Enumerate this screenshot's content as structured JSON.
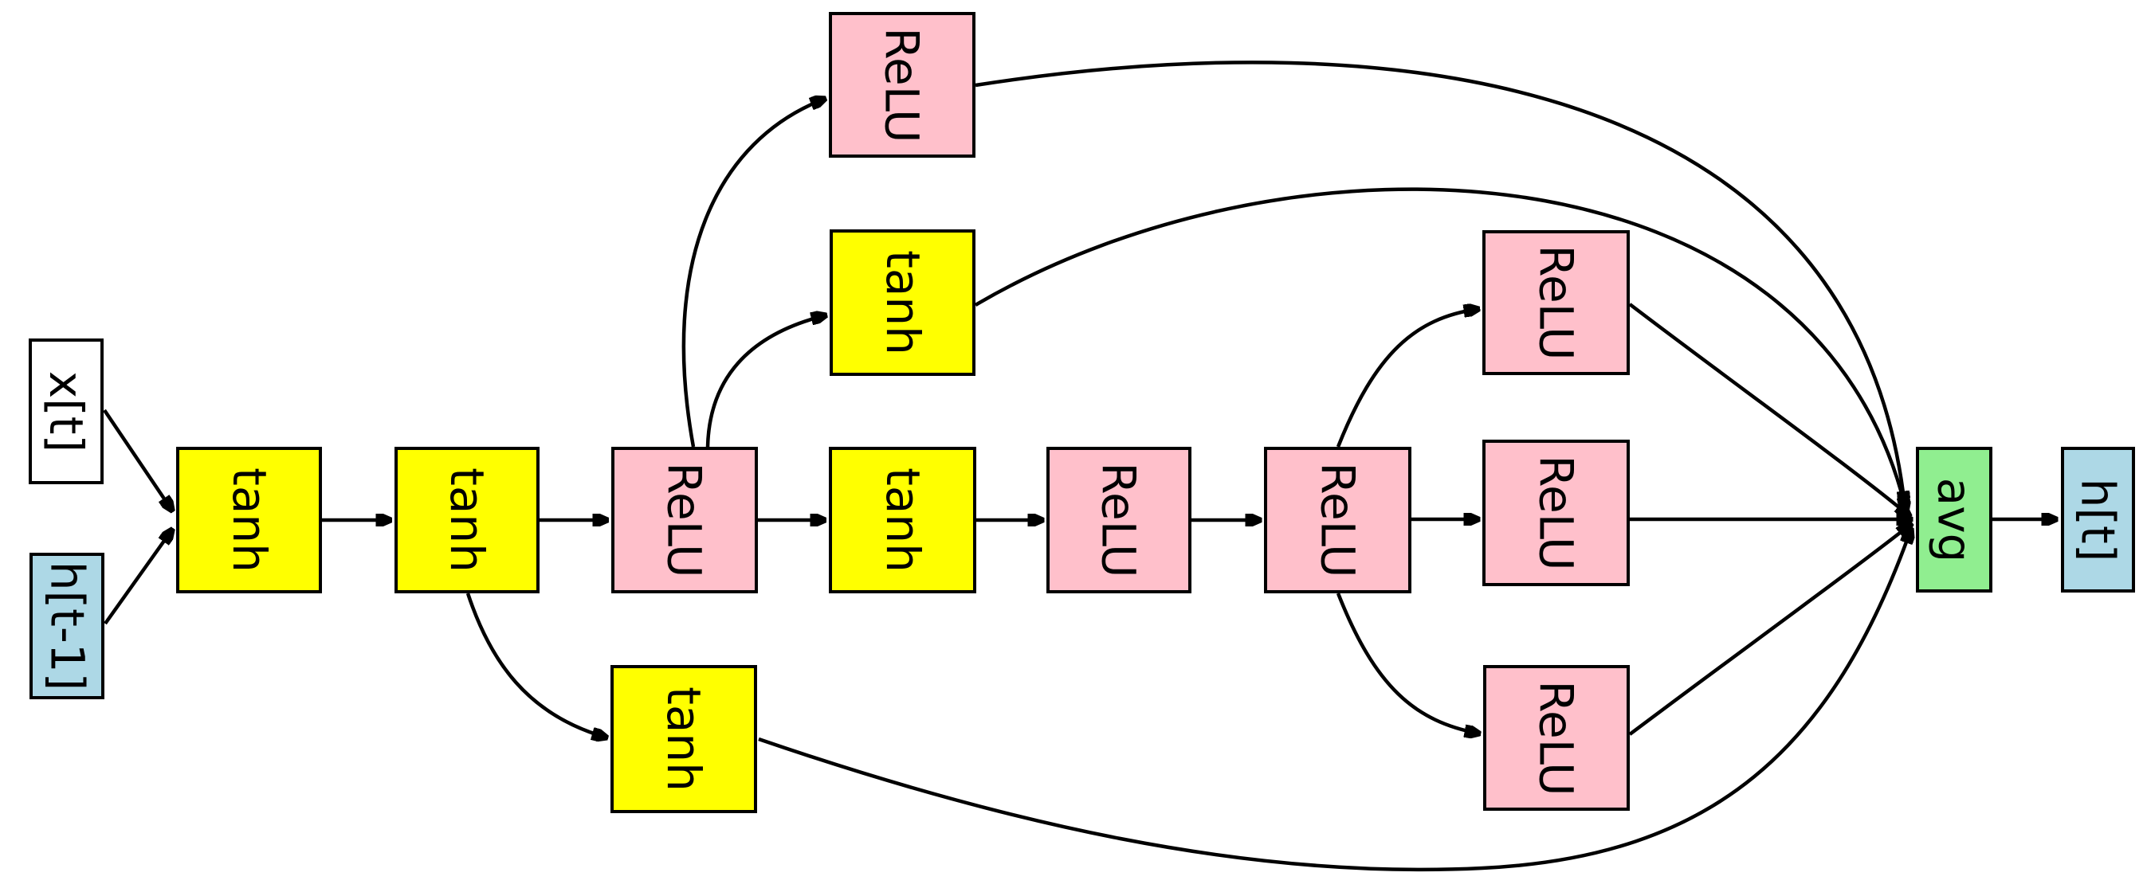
{
  "diagram": {
    "title": "recurrent-cell-architecture-graph",
    "colors": {
      "background": "#ffffff",
      "border": "#000000",
      "edge": "#000000",
      "input_node": "#ffffff",
      "hidden_state_node": "#add8e6",
      "tanh_node": "#ffff00",
      "relu_node": "#ffc0cb",
      "avg_node": "#90ee90"
    },
    "nodes": [
      {
        "id": "x_t",
        "label": "x[t]",
        "op": "input",
        "color": "#ffffff"
      },
      {
        "id": "h_t_prev",
        "label": "h[t-1]",
        "op": "hidden-state",
        "color": "#add8e6"
      },
      {
        "id": "tanh_1",
        "label": "tanh",
        "op": "tanh",
        "color": "#ffff00"
      },
      {
        "id": "tanh_2",
        "label": "tanh",
        "op": "tanh",
        "color": "#ffff00"
      },
      {
        "id": "relu_1",
        "label": "ReLU",
        "op": "relu",
        "color": "#ffc0cb"
      },
      {
        "id": "relu_top",
        "label": "ReLU",
        "op": "relu",
        "color": "#ffc0cb"
      },
      {
        "id": "tanh_top",
        "label": "tanh",
        "op": "tanh",
        "color": "#ffff00"
      },
      {
        "id": "tanh_3",
        "label": "tanh",
        "op": "tanh",
        "color": "#ffff00"
      },
      {
        "id": "relu_2",
        "label": "ReLU",
        "op": "relu",
        "color": "#ffc0cb"
      },
      {
        "id": "relu_3",
        "label": "ReLU",
        "op": "relu",
        "color": "#ffc0cb"
      },
      {
        "id": "tanh_bottom",
        "label": "tanh",
        "op": "tanh",
        "color": "#ffff00"
      },
      {
        "id": "relu_right_top",
        "label": "ReLU",
        "op": "relu",
        "color": "#ffc0cb"
      },
      {
        "id": "relu_right_mid",
        "label": "ReLU",
        "op": "relu",
        "color": "#ffc0cb"
      },
      {
        "id": "relu_right_bottom",
        "label": "ReLU",
        "op": "relu",
        "color": "#ffc0cb"
      },
      {
        "id": "avg",
        "label": "avg",
        "op": "average",
        "color": "#90ee90"
      },
      {
        "id": "h_t",
        "label": "h[t]",
        "op": "hidden-state",
        "color": "#add8e6"
      }
    ],
    "edges": [
      {
        "from": "x_t",
        "to": "tanh_1"
      },
      {
        "from": "h_t_prev",
        "to": "tanh_1"
      },
      {
        "from": "tanh_1",
        "to": "tanh_2"
      },
      {
        "from": "tanh_2",
        "to": "relu_1"
      },
      {
        "from": "tanh_2",
        "to": "tanh_bottom"
      },
      {
        "from": "relu_1",
        "to": "tanh_3"
      },
      {
        "from": "relu_1",
        "to": "relu_top"
      },
      {
        "from": "relu_1",
        "to": "tanh_top"
      },
      {
        "from": "tanh_3",
        "to": "relu_2"
      },
      {
        "from": "relu_2",
        "to": "relu_3"
      },
      {
        "from": "relu_3",
        "to": "relu_right_top"
      },
      {
        "from": "relu_3",
        "to": "relu_right_mid"
      },
      {
        "from": "relu_3",
        "to": "relu_right_bottom"
      },
      {
        "from": "relu_top",
        "to": "avg"
      },
      {
        "from": "tanh_top",
        "to": "avg"
      },
      {
        "from": "relu_right_top",
        "to": "avg"
      },
      {
        "from": "relu_right_mid",
        "to": "avg"
      },
      {
        "from": "relu_right_bottom",
        "to": "avg"
      },
      {
        "from": "tanh_bottom",
        "to": "avg"
      },
      {
        "from": "avg",
        "to": "h_t"
      }
    ]
  }
}
